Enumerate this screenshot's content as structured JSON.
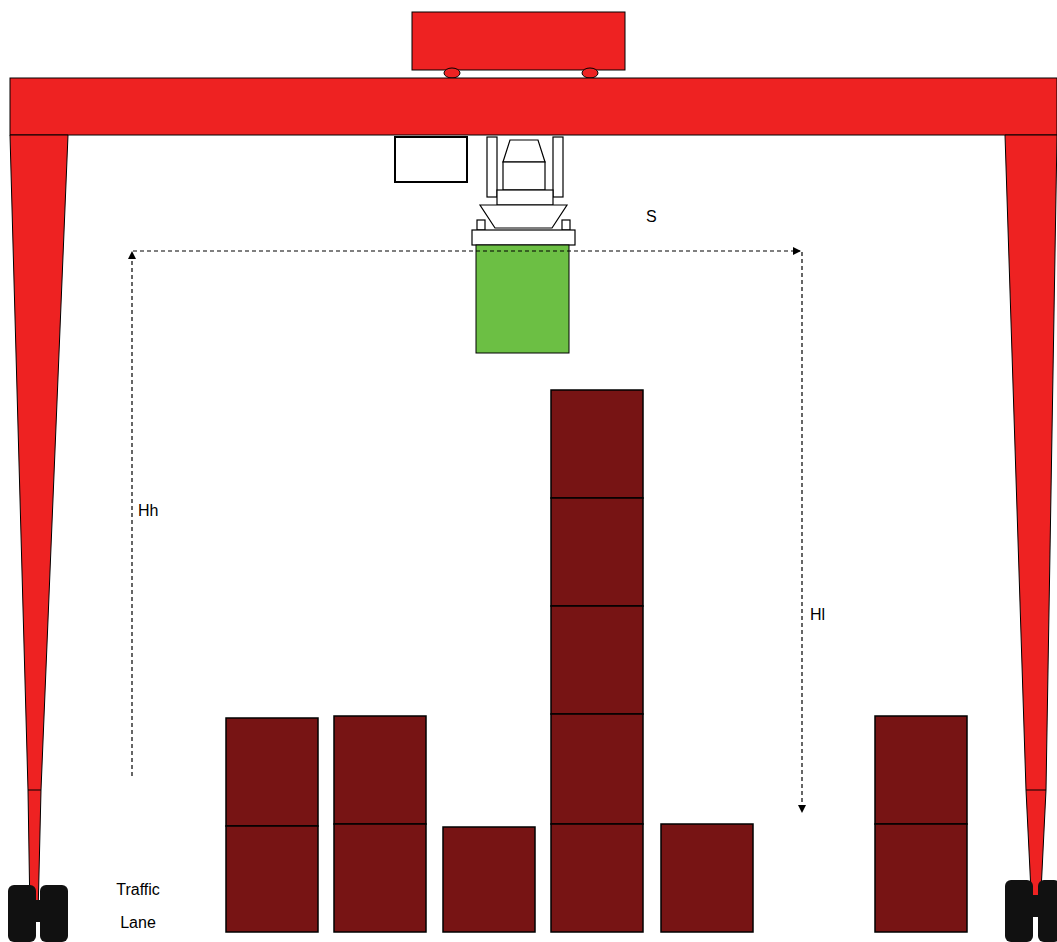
{
  "diagram": {
    "labels": [
      "S",
      "Hh",
      "Hl",
      "Traffic Lane"
    ]
  }
}
